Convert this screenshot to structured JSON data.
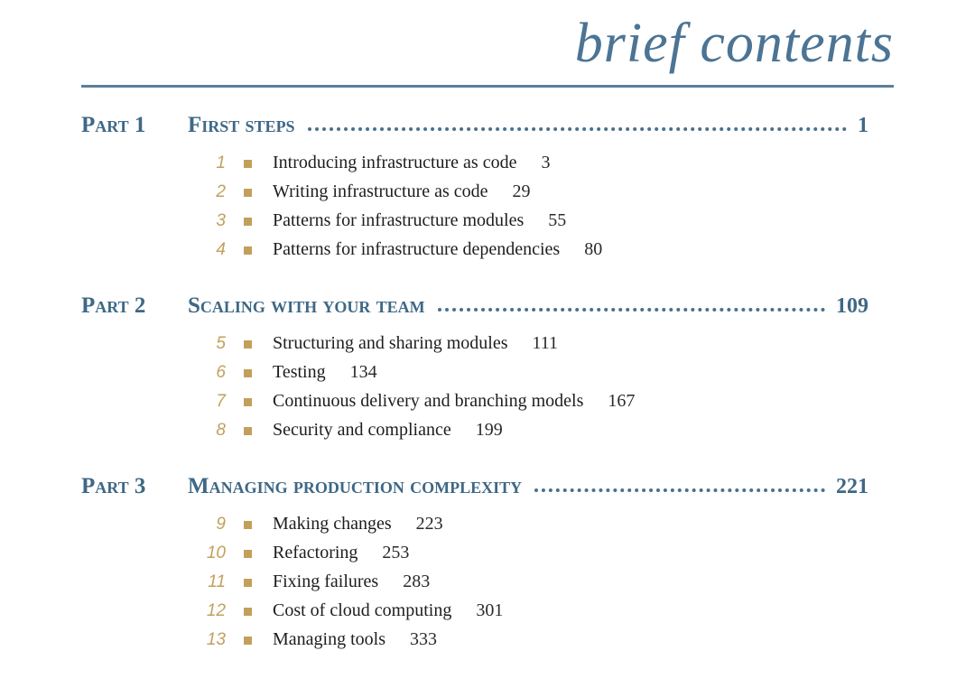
{
  "page": {
    "title": "brief contents",
    "colors": {
      "heading_blue": "#3e6886",
      "title_blue": "#4c7494",
      "rule_blue": "#5a7f9c",
      "leader_dot_blue": "#49708f",
      "chapter_gold": "#c2a05c",
      "body_text": "#1d1d1d"
    }
  },
  "parts": [
    {
      "label": "Part 1",
      "title": "First steps",
      "page": "1",
      "chapters": [
        {
          "num": "1",
          "title": "Introducing infrastructure as code",
          "page": "3"
        },
        {
          "num": "2",
          "title": "Writing infrastructure as code",
          "page": "29"
        },
        {
          "num": "3",
          "title": "Patterns for infrastructure modules",
          "page": "55"
        },
        {
          "num": "4",
          "title": "Patterns for infrastructure dependencies",
          "page": "80"
        }
      ]
    },
    {
      "label": "Part 2",
      "title": "Scaling with your team",
      "page": "109",
      "chapters": [
        {
          "num": "5",
          "title": "Structuring and sharing modules",
          "page": "111"
        },
        {
          "num": "6",
          "title": "Testing",
          "page": "134"
        },
        {
          "num": "7",
          "title": "Continuous delivery and branching models",
          "page": "167"
        },
        {
          "num": "8",
          "title": "Security and compliance",
          "page": "199"
        }
      ]
    },
    {
      "label": "Part 3",
      "title": "Managing production complexity",
      "page": "221",
      "chapters": [
        {
          "num": "9",
          "title": "Making changes",
          "page": "223"
        },
        {
          "num": "10",
          "title": "Refactoring",
          "page": "253"
        },
        {
          "num": "11",
          "title": "Fixing failures",
          "page": "283"
        },
        {
          "num": "12",
          "title": "Cost of cloud computing",
          "page": "301"
        },
        {
          "num": "13",
          "title": "Managing tools",
          "page": "333"
        }
      ]
    }
  ]
}
